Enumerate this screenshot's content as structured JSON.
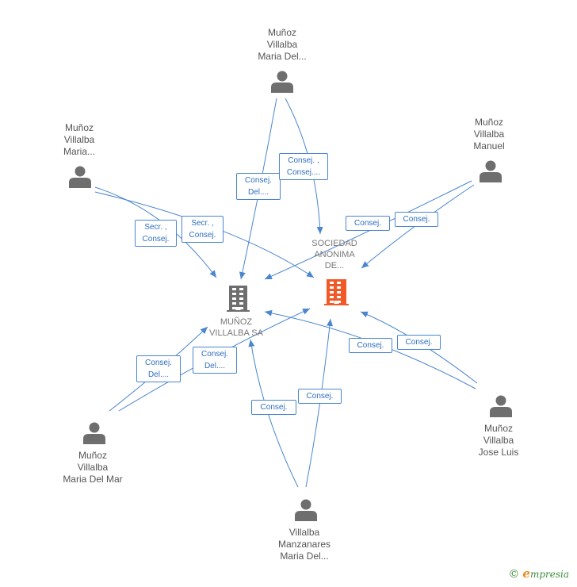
{
  "people": [
    {
      "id": "p1",
      "lines": [
        "Muñoz",
        "Villalba",
        "Maria Del..."
      ]
    },
    {
      "id": "p2",
      "lines": [
        "Muñoz",
        "Villalba",
        "Maria..."
      ]
    },
    {
      "id": "p3",
      "lines": [
        "Muñoz",
        "Villalba",
        "Manuel"
      ]
    },
    {
      "id": "p4",
      "lines": [
        "Muñoz",
        "Villalba",
        "Jose Luis"
      ]
    },
    {
      "id": "p5",
      "lines": [
        "Villalba",
        "Manzanares",
        "Maria Del..."
      ]
    },
    {
      "id": "p6",
      "lines": [
        "Muñoz",
        "Villalba",
        "Maria Del Mar"
      ]
    }
  ],
  "companies": [
    {
      "id": "c1",
      "lines": [
        "MUÑOZ",
        "VILLALBA SA"
      ],
      "color": "#6e6e6e"
    },
    {
      "id": "c2",
      "lines": [
        "SOCIEDAD",
        "ANONIMA",
        "DE..."
      ],
      "color": "#f05a28"
    }
  ],
  "edge_labels": [
    {
      "id": "e1",
      "lines": [
        "Consej.",
        "Del...."
      ]
    },
    {
      "id": "e2",
      "lines": [
        "Consej. ,",
        "Consej...."
      ]
    },
    {
      "id": "e3",
      "lines": [
        "Secr. ,",
        "Consej."
      ]
    },
    {
      "id": "e4",
      "lines": [
        "Secr. ,",
        "Consej."
      ]
    },
    {
      "id": "e5",
      "lines": [
        "Consej."
      ]
    },
    {
      "id": "e6",
      "lines": [
        "Consej."
      ]
    },
    {
      "id": "e7",
      "lines": [
        "Consej."
      ]
    },
    {
      "id": "e8",
      "lines": [
        "Consej."
      ]
    },
    {
      "id": "e9",
      "lines": [
        "Consej."
      ]
    },
    {
      "id": "e10",
      "lines": [
        "Consej."
      ]
    },
    {
      "id": "e11",
      "lines": [
        "Consej.",
        "Del...."
      ]
    },
    {
      "id": "e12",
      "lines": [
        "Consej.",
        "Del...."
      ]
    }
  ],
  "colors": {
    "edge": "#4a86d0",
    "person_icon": "#6e6e6e"
  },
  "brand": {
    "copyright": "©",
    "initial": "e",
    "name": "mpresia"
  }
}
